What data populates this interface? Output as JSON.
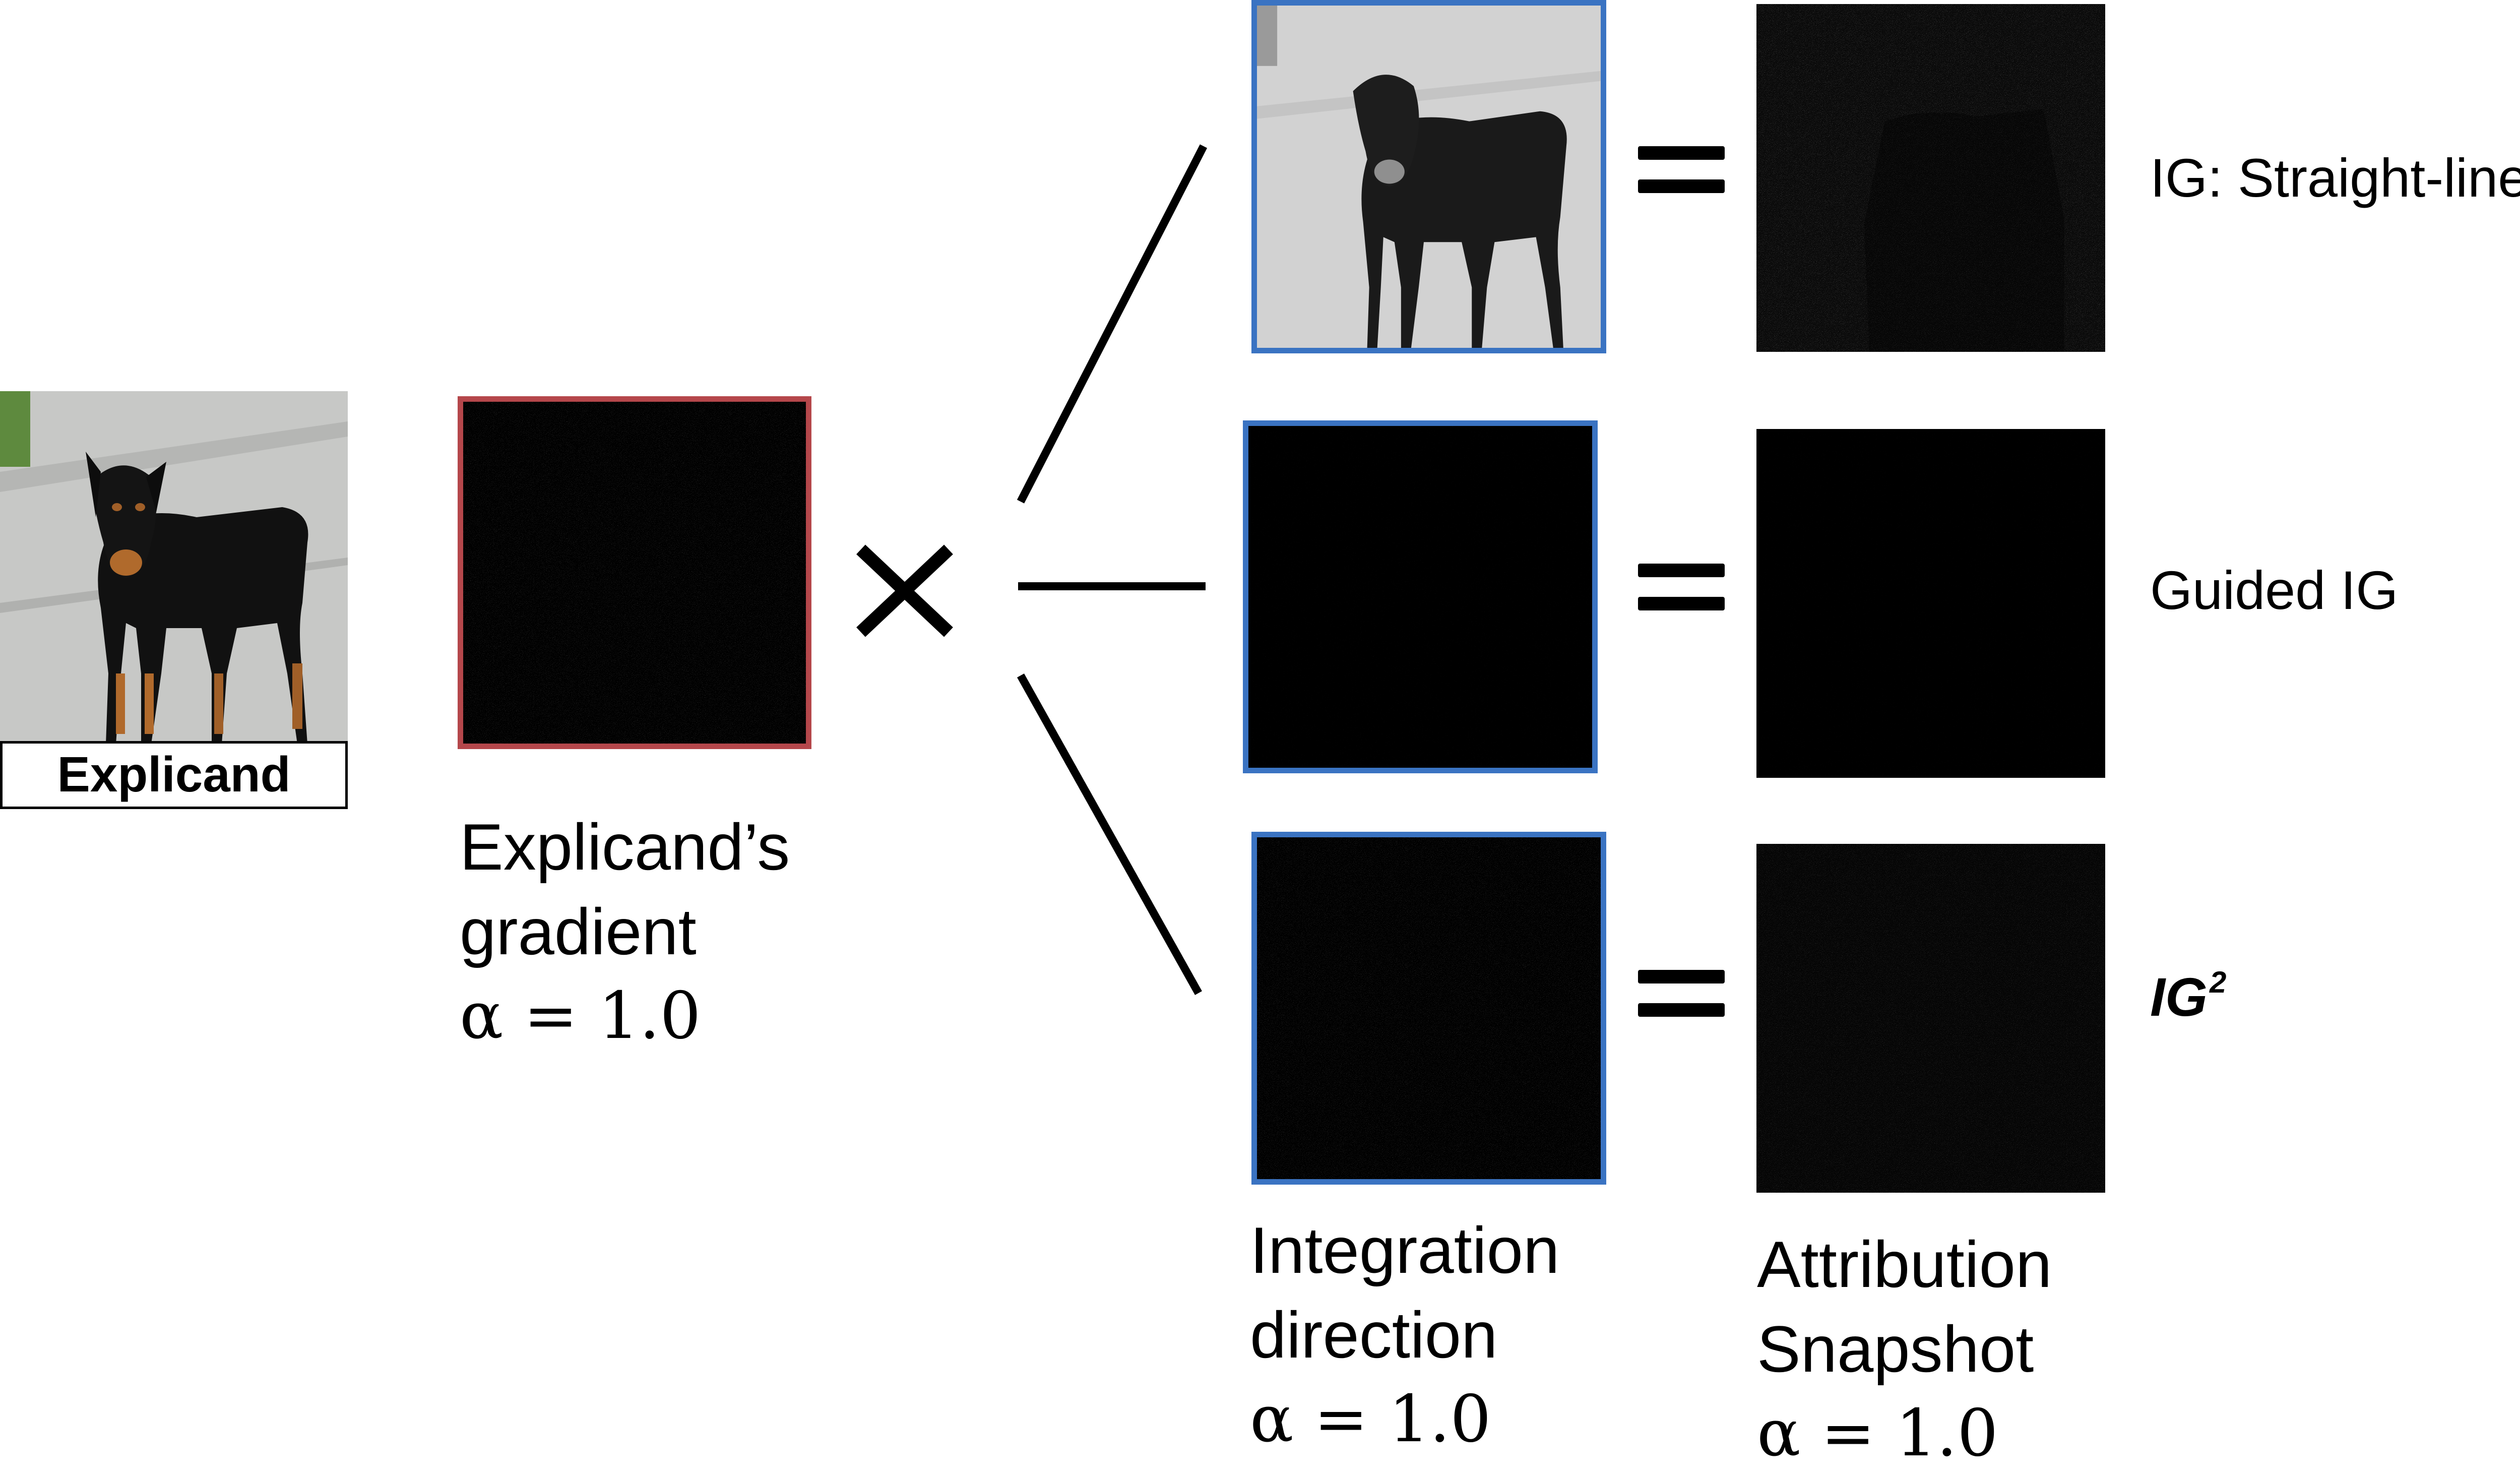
{
  "explicand": {
    "label": "Explicand",
    "icon": "doberman-photo"
  },
  "gradient": {
    "caption_lines": [
      "Explicand’s",
      "gradient"
    ],
    "alpha": "α = 1.0",
    "icon": "saliency-map",
    "frame_color": "#b5474b"
  },
  "operator": {
    "multiply": "×"
  },
  "columns": {
    "integration": {
      "caption_lines": [
        "Integration",
        "direction"
      ],
      "alpha": "α = 1.0"
    },
    "attribution": {
      "caption_lines": [
        "Attribution",
        "Snapshot"
      ],
      "alpha": "α = 1.0"
    }
  },
  "rows": [
    {
      "method": "IG: Straight-line",
      "direction_icon": "grayscale-doberman-photo",
      "snapshot_icon": "attribution-map",
      "frame_color": "#3a73c2"
    },
    {
      "method": "Guided IG",
      "direction_icon": "sparse-saliency-map",
      "snapshot_icon": "attribution-map",
      "frame_color": "#3a73c2"
    },
    {
      "method": "IG",
      "method_sup": "2",
      "direction_icon": "saliency-map",
      "snapshot_icon": "attribution-map",
      "frame_color": "#3a73c2"
    }
  ]
}
